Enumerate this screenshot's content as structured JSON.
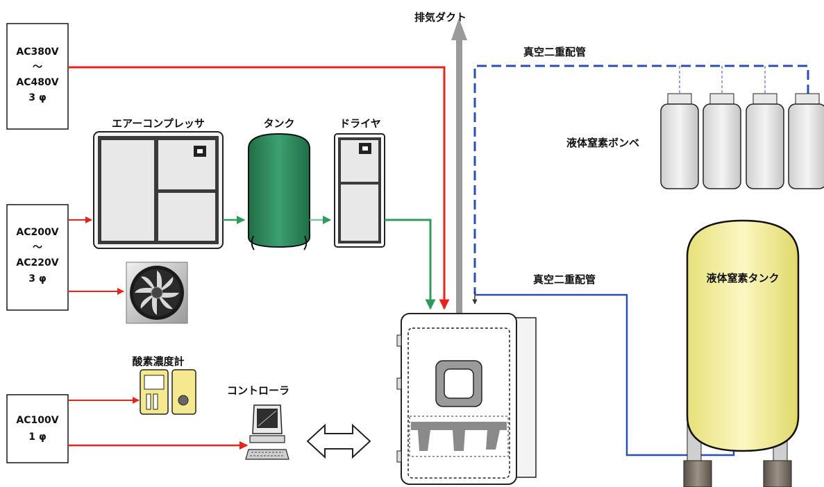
{
  "power_supplies": [
    {
      "line1": "AC380V",
      "line2": "～",
      "line3": "AC480V",
      "line4": "3 φ"
    },
    {
      "line1": "AC200V",
      "line2": "～",
      "line3": "AC220V",
      "line4": "3 φ"
    },
    {
      "line1": "AC100V",
      "line2": "1 φ"
    }
  ],
  "equipment": {
    "compressor": "エアーコンプレッサ",
    "tank": "タンク",
    "dryer": "ドライヤ",
    "oxygen_meter": "酸素濃度計",
    "controller": "コントローラ",
    "exhaust_duct": "排気ダクト",
    "cylinders": "液体窒素ボンベ",
    "nitrogen_tank": "液体窒素タンク"
  },
  "piping": {
    "vacuum_pipe_top": "真空二重配管",
    "vacuum_pipe_mid": "真空二重配管"
  },
  "colors": {
    "power_line": "#e8231c",
    "air_line": "#2f9a5a",
    "vacuum_line": "#2a4fb0",
    "tank_green": "#2e8b5f",
    "nitrogen_tank_fill": "#f6f1a2",
    "exhaust": "#9a9a9a"
  }
}
